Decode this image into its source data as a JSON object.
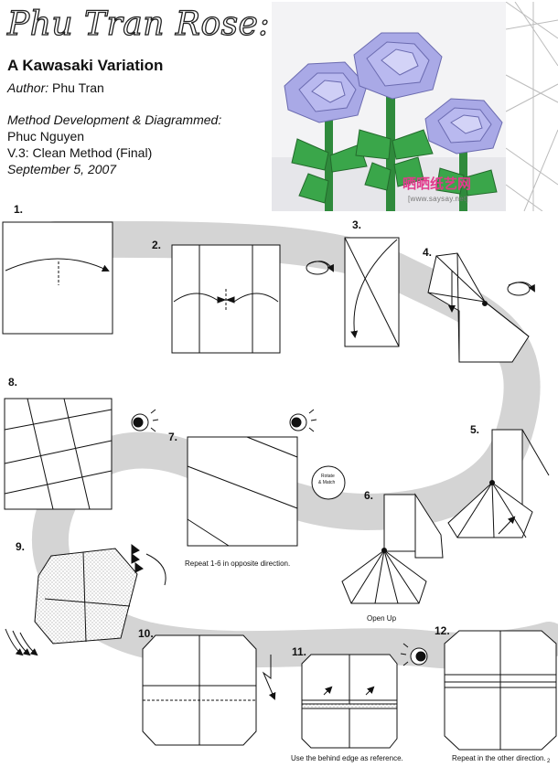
{
  "header": {
    "title": "Phu Tran Rose:",
    "subtitle": "A Kawasaki Variation",
    "author_label": "Author:",
    "author_name": "Phu Tran",
    "method_label": "Method Development & Diagrammed:",
    "method_name": "Phuc Nguyen",
    "version": "V.3: Clean Method (Final)",
    "date": "September 5, 2007"
  },
  "watermark": {
    "brand": "晒晒纸艺网",
    "url": "[www.saysay.net]"
  },
  "steps": [
    {
      "number": "1."
    },
    {
      "number": "2."
    },
    {
      "number": "3."
    },
    {
      "number": "4."
    },
    {
      "number": "5."
    },
    {
      "number": "6."
    },
    {
      "number": "7."
    },
    {
      "number": "8."
    },
    {
      "number": "9."
    },
    {
      "number": "10."
    },
    {
      "number": "11."
    },
    {
      "number": "12."
    }
  ],
  "captions": {
    "step7": "Repeat 1-6 in opposite direction.",
    "step6": "Open Up",
    "step11": "Use the behind edge as reference.",
    "step12": "Repeat in the other direction.",
    "rotate_line1": "Rotate",
    "rotate_line2": "& Match"
  },
  "page_mark": "2",
  "colors": {
    "path": "#d4d4d4",
    "rose": "#a9a9e6",
    "leaf": "#3aa64a",
    "watermark": "#e23a8c"
  }
}
